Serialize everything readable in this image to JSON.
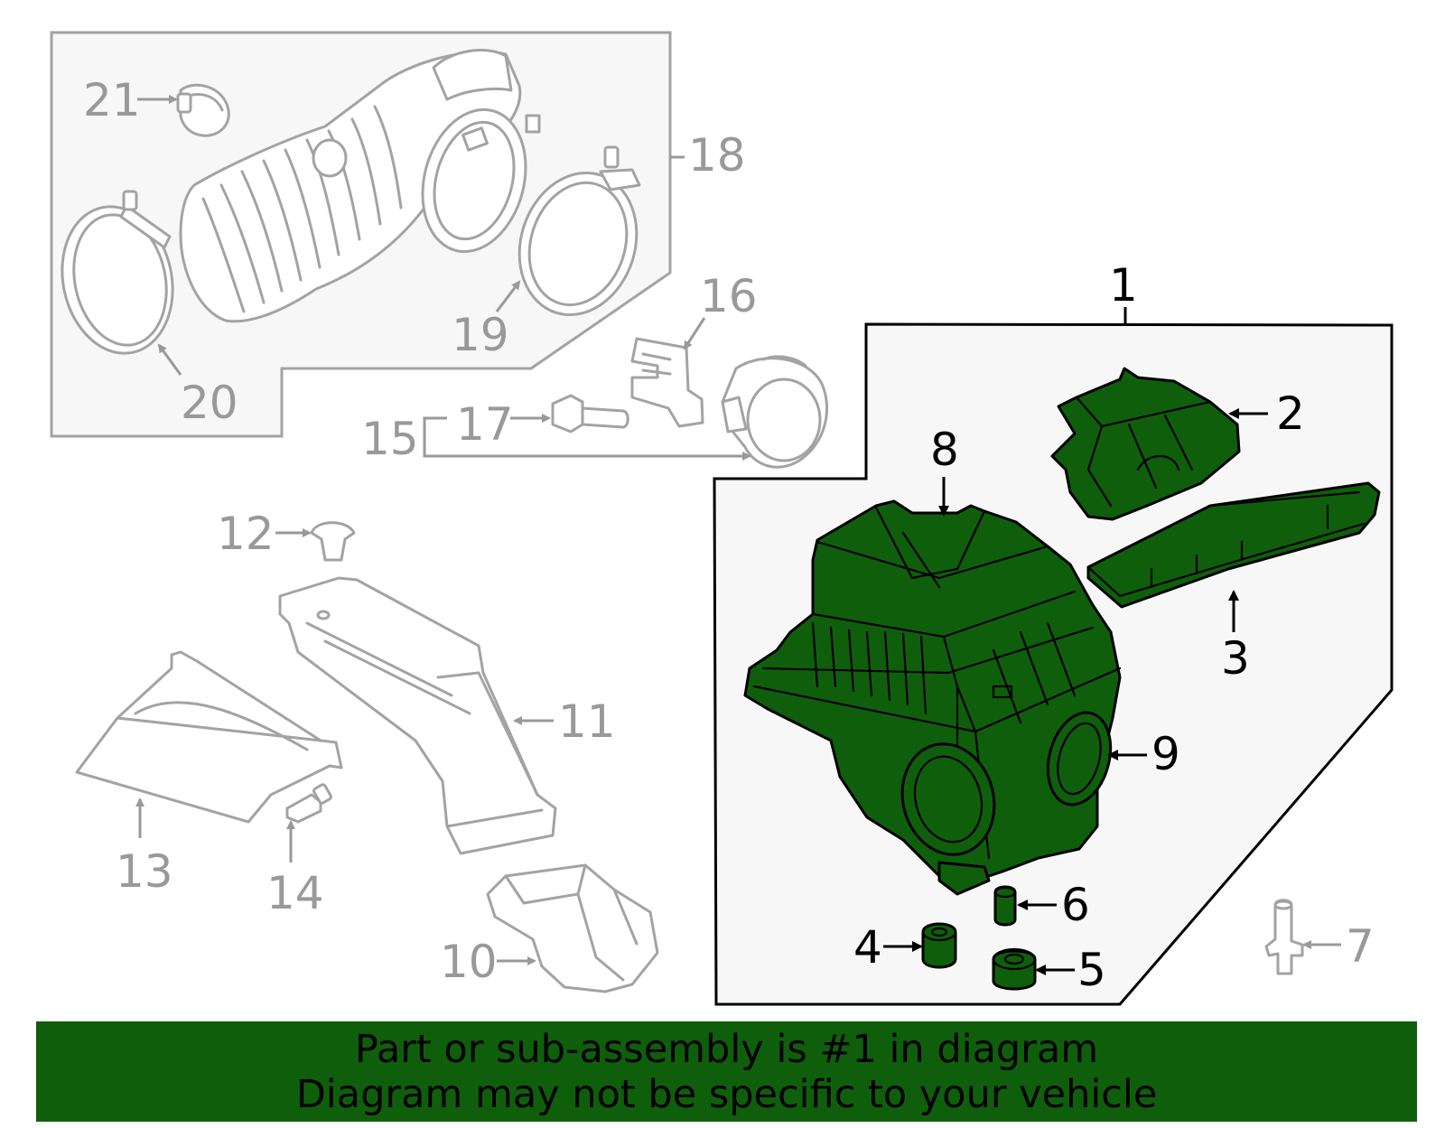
{
  "colors": {
    "highlight": "#0f5e0c",
    "other_parts": "#a3a3a3",
    "panel_background": "#f7f7f7"
  },
  "callouts": {
    "p1": "1",
    "p2": "2",
    "p3": "3",
    "p4": "4",
    "p5": "5",
    "p6": "6",
    "p7": "7",
    "p8": "8",
    "p9": "9",
    "p10": "10",
    "p11": "11",
    "p12": "12",
    "p13": "13",
    "p14": "14",
    "p15": "15",
    "p16": "16",
    "p17": "17",
    "p18": "18",
    "p19": "19",
    "p20": "20",
    "p21": "21"
  },
  "banner": {
    "line1": "Part or sub-assembly is #1 in diagram",
    "line2": "Diagram may not be specific to your vehicle"
  }
}
